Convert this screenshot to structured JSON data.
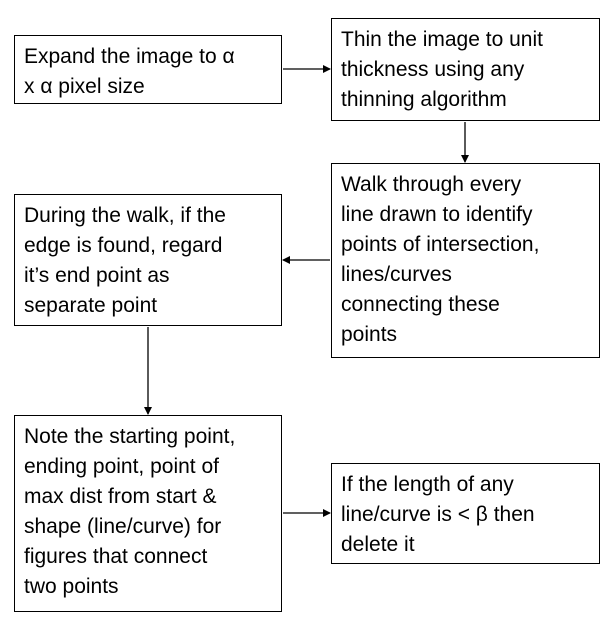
{
  "diagram": {
    "type": "flowchart",
    "nodes": [
      {
        "id": "b1",
        "text": "Expand the image to α\nx α pixel size"
      },
      {
        "id": "b2",
        "text": "Thin the image to unit\nthickness using any\nthinning algorithm"
      },
      {
        "id": "b3",
        "text": "Walk through every\nline drawn to identify\npoints of intersection,\nlines/curves\nconnecting these\npoints"
      },
      {
        "id": "b4",
        "text": "During the walk, if the\nedge is found, regard\nit’s end point as\nseparate point"
      },
      {
        "id": "b5",
        "text": "Note the starting point,\nending point, point of\nmax dist from start &\nshape (line/curve) for\nfigures that connect\ntwo points"
      },
      {
        "id": "b6",
        "text": "If the length of any\nline/curve is < β then\ndelete it"
      }
    ],
    "edges": [
      {
        "from": "b1",
        "to": "b2"
      },
      {
        "from": "b2",
        "to": "b3"
      },
      {
        "from": "b3",
        "to": "b4"
      },
      {
        "from": "b4",
        "to": "b5"
      },
      {
        "from": "b5",
        "to": "b6"
      }
    ]
  }
}
